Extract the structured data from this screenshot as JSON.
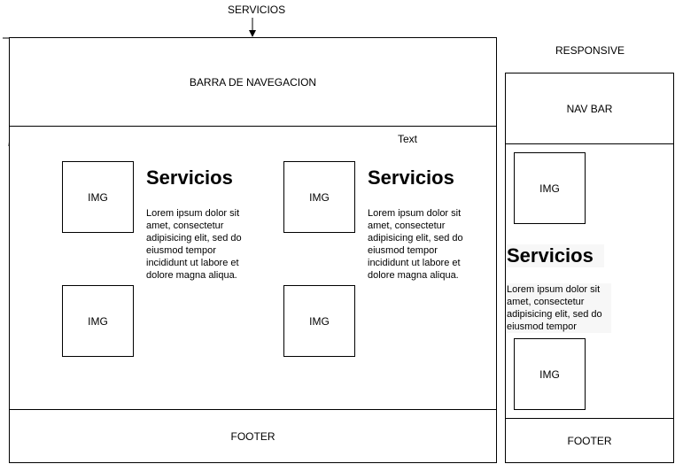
{
  "diagram": {
    "top_label": "SERVICIOS",
    "text_label": "Text",
    "responsive_label": "RESPONSIVE"
  },
  "desktop": {
    "navbar_label": "BARRA DE NAVEGACION",
    "footer_label": "FOOTER",
    "columns": [
      {
        "images": [
          "IMG",
          "IMG"
        ],
        "heading": "Servicios",
        "text": "Lorem ipsum dolor sit amet, consectetur adipisicing elit, sed do eiusmod tempor incididunt ut labore et dolore magna aliqua."
      },
      {
        "images": [
          "IMG",
          "IMG"
        ],
        "heading": "Servicios",
        "text": "Lorem ipsum dolor sit amet, consectetur adipisicing elit, sed do eiusmod tempor incididunt ut labore et dolore magna aliqua."
      }
    ]
  },
  "mobile": {
    "navbar_label": "NAV BAR",
    "images": [
      "IMG",
      "IMG"
    ],
    "heading": "Servicios",
    "text": "Lorem ipsum dolor sit amet, consectetur adipisicing elit, sed do eiusmod tempor",
    "footer_label": "FOOTER"
  }
}
